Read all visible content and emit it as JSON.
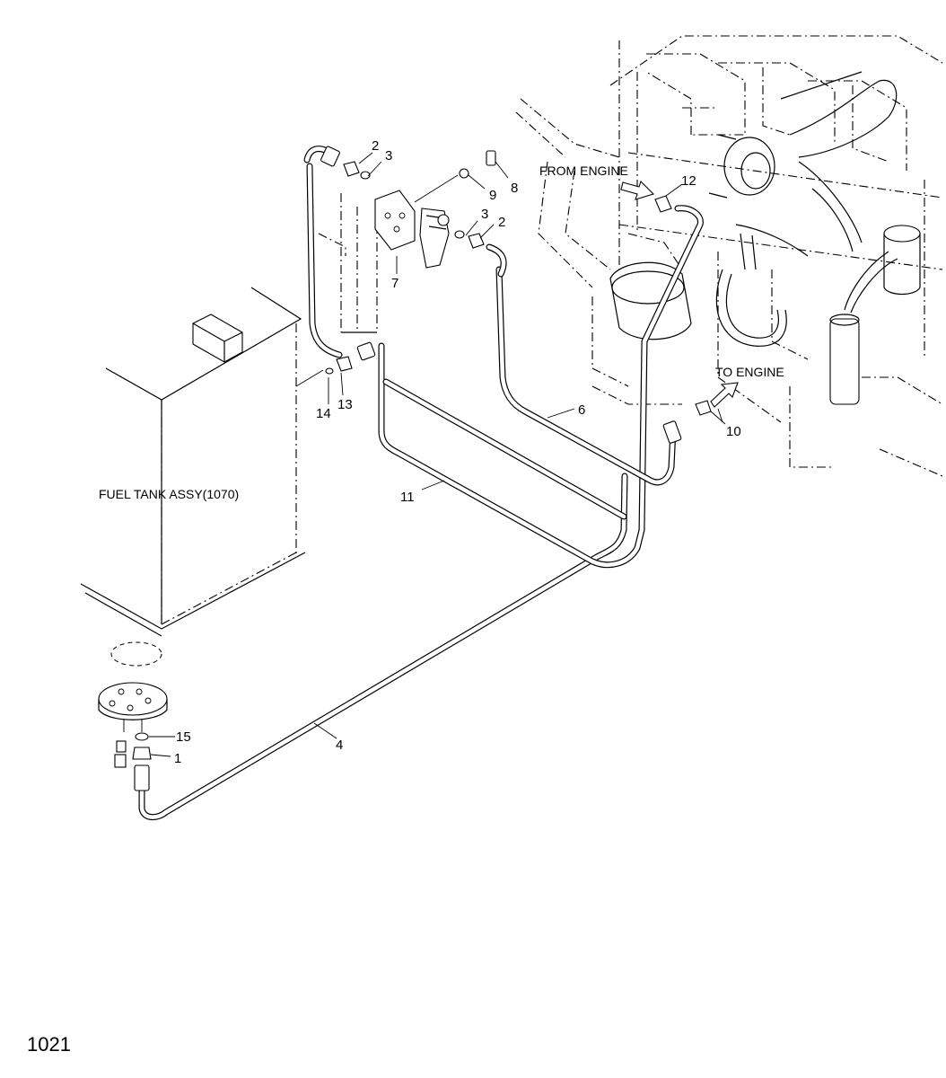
{
  "diagram": {
    "page_number": "1021",
    "callouts": {
      "from_engine": "FROM ENGINE",
      "to_engine": "TO ENGINE",
      "fuel_tank": "FUEL TANK ASSY(1070)"
    },
    "part_numbers": {
      "p1": "1",
      "p2a": "2",
      "p2b": "2",
      "p3a": "3",
      "p3b": "3",
      "p4": "4",
      "p6": "6",
      "p7": "7",
      "p8": "8",
      "p9": "9",
      "p10": "10",
      "p11": "11",
      "p12": "12",
      "p13": "13",
      "p14": "14",
      "p15": "15"
    }
  }
}
